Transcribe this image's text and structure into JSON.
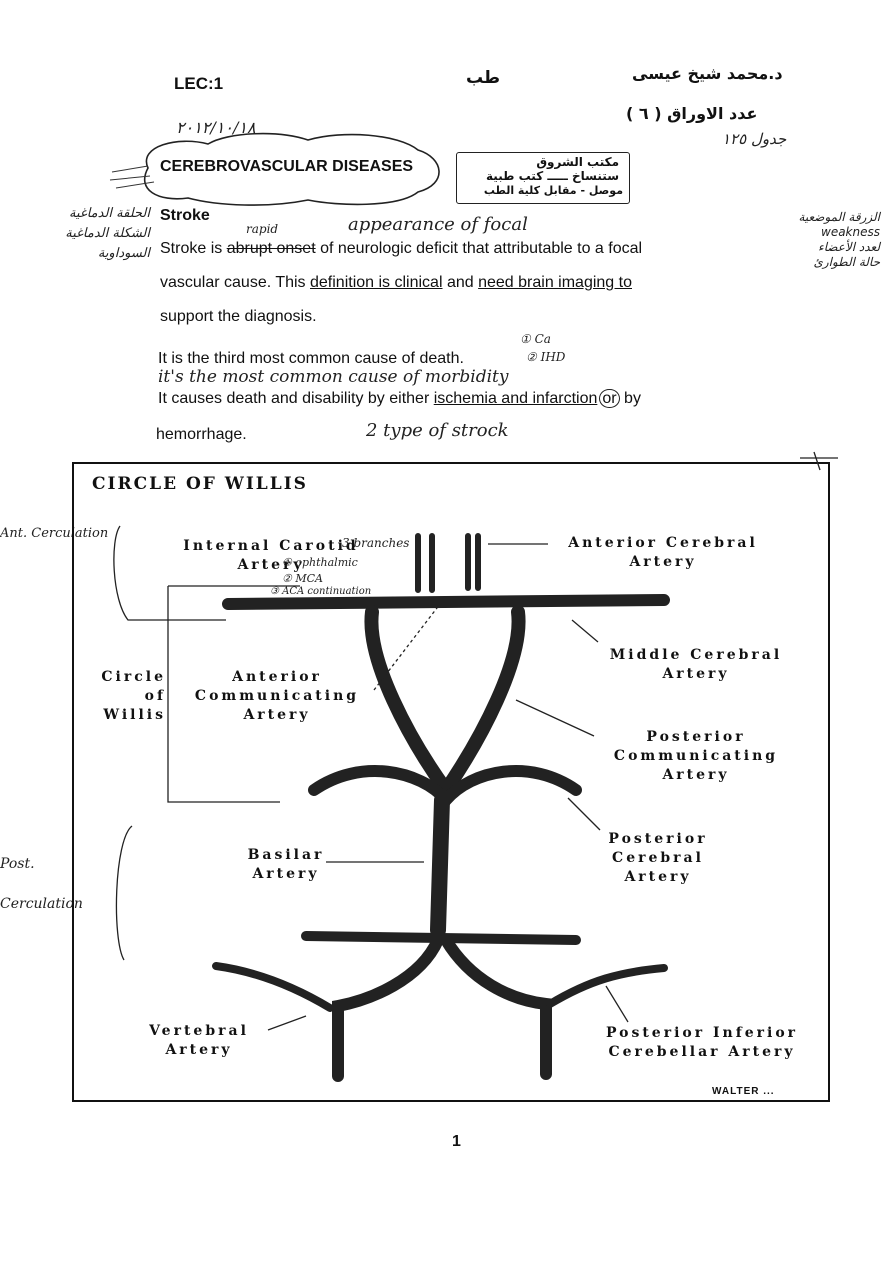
{
  "header": {
    "lec": "LEC:1",
    "subject": "طب",
    "doctor": "د.محمد شيخ عيسى",
    "pages": "عدد الاوراق ( ٦ )",
    "table_note": "جدول ١٢٥"
  },
  "date": "٢٠١٢/١٠/١٨",
  "title": "CEREBROVASCULAR DISEASES",
  "stamp": {
    "line1": "مكتب الشروق",
    "line2": "ستنساخ ـــــ كتب طبية",
    "line3": "موصل - مقابل كلية الطب"
  },
  "content": {
    "heading": "Stroke",
    "line1_a": "Stroke is ",
    "line1_strike": "abrupt onset",
    "line1_b": " of neurologic deficit that attributable to a focal",
    "line2_a": "vascular cause. This ",
    "line2_u1": "definition is clinical",
    "line2_b": " and ",
    "line2_u2": "need brain imaging to",
    "line3": "support the diagnosis.",
    "line4": "It is the third most common cause of death.",
    "line5_a": "It causes death and disability by either ",
    "line5_u": "ischemia and infarction",
    "line5_or": "or",
    "line5_b": " by",
    "line6": "hemorrhage."
  },
  "handwriting": {
    "rapid": "rapid",
    "appearance": "appearance of focal",
    "morbidity": "it's the most common cause of morbidity",
    "two_types": "2 type of strock",
    "ca": "① Ca",
    "ihd": "② IHD",
    "left_margin": [
      "الحلقة الدماغية",
      "الشكلة الدماغية",
      "السوداوية"
    ],
    "right_margin": [
      "الزرقة الموضعية",
      "weakness",
      "لعدد الأعضاء",
      "حالة الطوارئ"
    ],
    "ant_circ": "Ant. Cerculation",
    "post_circ": [
      "Post.",
      "Cerculation"
    ],
    "ica_branches": "3 branches",
    "ica_b1": "① ophthalmic",
    "ica_b2": "② MCA",
    "ica_b3": "③ ACA continuation"
  },
  "diagram": {
    "title": "CIRCLE OF WILLIS",
    "labels": {
      "ica": [
        "Internal Carotid",
        "Artery"
      ],
      "aca": [
        "Anterior Cerebral",
        "Artery"
      ],
      "mca": [
        "Middle Cerebral",
        "Artery"
      ],
      "circle": [
        "Circle",
        "of",
        "Willis"
      ],
      "acom": [
        "Anterior",
        "Communicating",
        "Artery"
      ],
      "pcom": [
        "Posterior",
        "Communicating",
        "Artery"
      ],
      "pca": [
        "Posterior",
        "Cerebral",
        "Artery"
      ],
      "basilar": [
        "Basilar",
        "Artery"
      ],
      "vert": [
        "Vertebral",
        "Artery"
      ],
      "pica": [
        "Posterior Inferior",
        "Cerebellar Artery"
      ]
    },
    "signature": "WALTER ..."
  },
  "page_number": "1"
}
